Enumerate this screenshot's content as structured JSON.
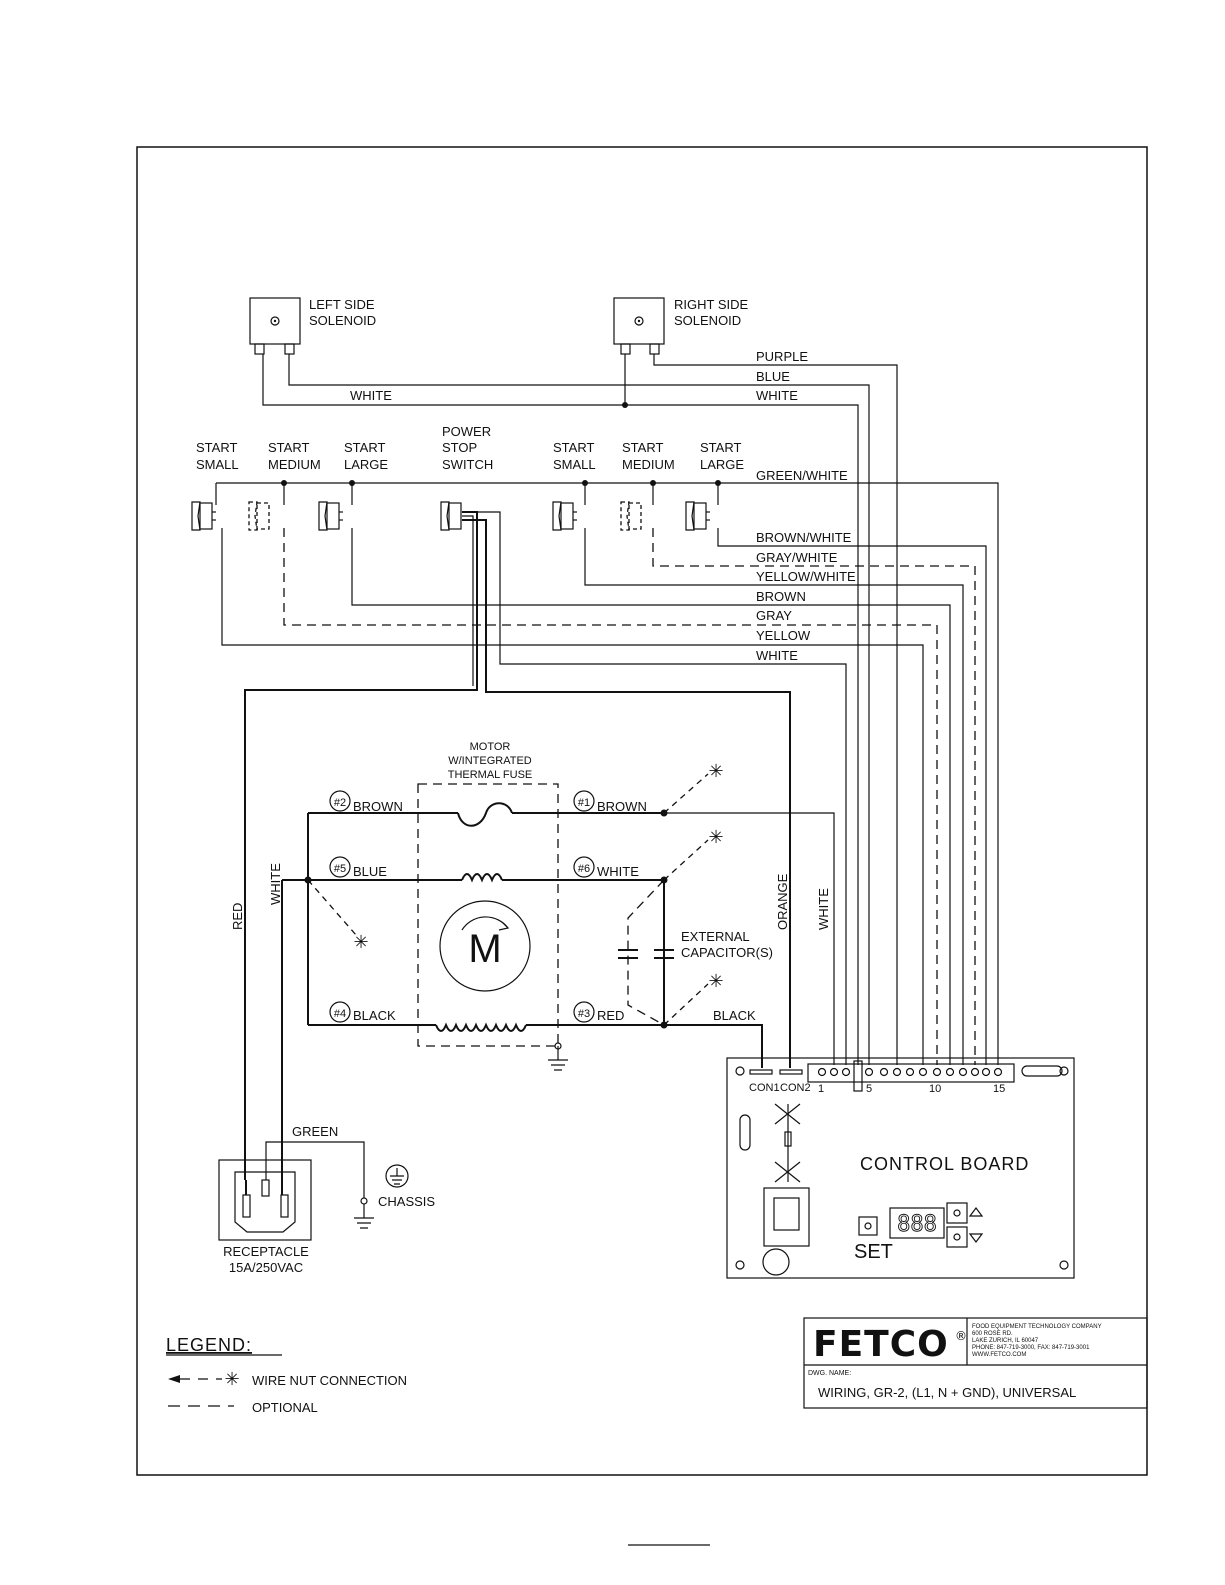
{
  "solenoids": {
    "left": [
      "LEFT SIDE",
      "SOLENOID"
    ],
    "right": [
      "RIGHT SIDE",
      "SOLENOID"
    ]
  },
  "switches": {
    "left_small": [
      "START",
      "SMALL"
    ],
    "left_medium": [
      "START",
      "MEDIUM"
    ],
    "left_large": [
      "START",
      "LARGE"
    ],
    "power": [
      "POWER",
      "STOP",
      "SWITCH"
    ],
    "right_small": [
      "START",
      "SMALL"
    ],
    "right_medium": [
      "START",
      "MEDIUM"
    ],
    "right_large": [
      "START",
      "LARGE"
    ]
  },
  "wires": {
    "solenoid_white": "WHITE",
    "purple": "PURPLE",
    "blue": "BLUE",
    "white": "WHITE",
    "green_white": "GREEN/WHITE",
    "brown_white": "BROWN/WHITE",
    "gray_white": "GRAY/WHITE",
    "yellow_white": "YELLOW/WHITE",
    "brown": "BROWN",
    "gray": "GRAY",
    "yellow": "YELLOW",
    "white2": "WHITE",
    "red": "RED",
    "white_v": "WHITE",
    "orange": "ORANGE",
    "white_v2": "WHITE",
    "black": "BLACK",
    "green": "GREEN"
  },
  "motor": {
    "title": [
      "MOTOR",
      "W/INTEGRATED",
      "THERMAL FUSE"
    ],
    "symbol": "M",
    "t2": {
      "num": "#2",
      "color": "BROWN"
    },
    "t1": {
      "num": "#1",
      "color": "BROWN"
    },
    "t5": {
      "num": "#5",
      "color": "BLUE"
    },
    "t6": {
      "num": "#6",
      "color": "WHITE"
    },
    "t4": {
      "num": "#4",
      "color": "BLACK"
    },
    "t3": {
      "num": "#3",
      "color": "RED"
    }
  },
  "capacitor": [
    "EXTERNAL",
    "CAPACITOR(S)"
  ],
  "receptacle": [
    "RECEPTACLE",
    "15A/250VAC"
  ],
  "chassis": "CHASSIS",
  "control_board": {
    "title": "CONTROL BOARD",
    "con1": "CON1",
    "con2": "CON2",
    "pin_labels": [
      "1",
      "5",
      "10",
      "15"
    ],
    "display": "888",
    "set": "SET"
  },
  "legend": {
    "title": "LEGEND:",
    "wire_nut": "WIRE NUT CONNECTION",
    "optional": "OPTIONAL"
  },
  "title_block": {
    "logo": "FETCO",
    "reg": "®",
    "company": [
      "FOOD EQUIPMENT TECHNOLOGY COMPANY",
      "600 ROSE RD.",
      "LAKE ZURICH, IL 60047",
      "PHONE: 847-719-3000, FAX: 847-719-3001",
      "WWW.FETCO.COM"
    ],
    "dwg_name_label": "DWG. NAME:",
    "dwg_name": "WIRING, GR-2, (L1, N + GND), UNIVERSAL"
  }
}
